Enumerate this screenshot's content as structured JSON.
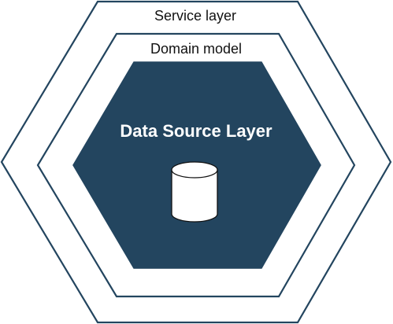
{
  "diagram": {
    "outer_layer_label": "Service layer",
    "middle_layer_label": "Domain model",
    "core_layer_label": "Data Source Layer",
    "core_icon": "database-cylinder-icon"
  },
  "colors": {
    "outline": "#23455f",
    "core_fill": "#23455f",
    "core_text": "#ffffff",
    "label_text": "#111111",
    "background": "#ffffff"
  }
}
